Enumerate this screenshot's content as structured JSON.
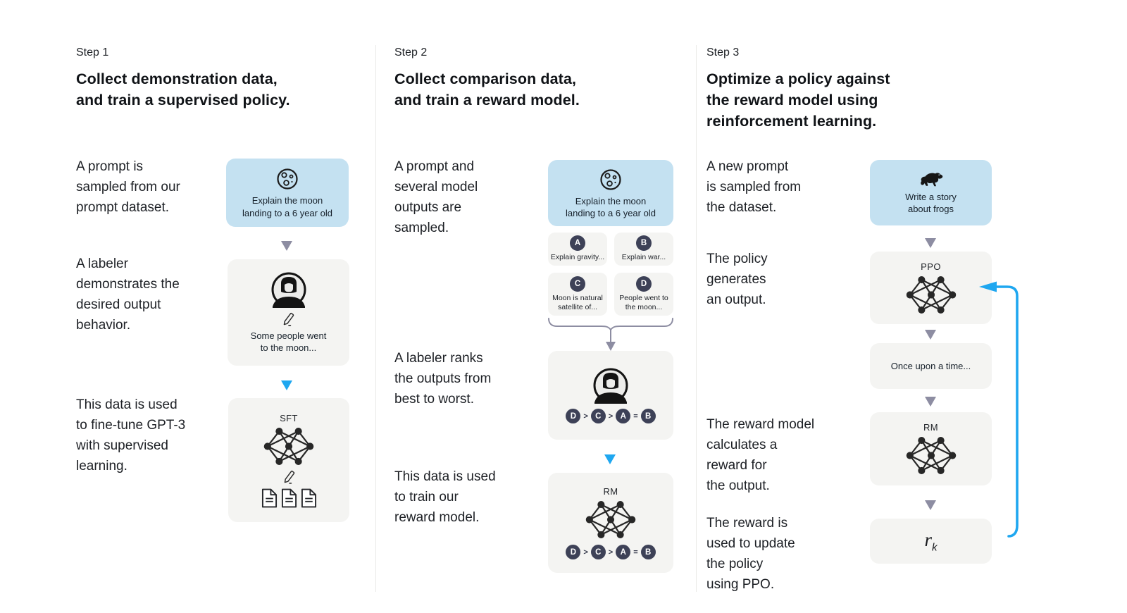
{
  "colors": {
    "accent_blue": "#1fa7f0",
    "prompt_box_blue": "#c4e1f1",
    "card_gray": "#f4f4f2",
    "chip_navy": "#3d4157",
    "arrow_gray": "#8d8da2"
  },
  "step1": {
    "step_label": "Step 1",
    "title": "Collect demonstration data,\nand train a supervised policy.",
    "caption_prompt": "A prompt is\nsampled from our\nprompt dataset.",
    "caption_labeler": "A labeler\ndemonstrates the\ndesired output\nbehavior.",
    "caption_data": "This data is used\nto fine-tune GPT-3\nwith supervised\nlearning.",
    "prompt_box_text": "Explain the moon\nlanding to a 6 year old",
    "labeler_output_text": "Some people went\nto the moon...",
    "model_label": "SFT"
  },
  "step2": {
    "step_label": "Step 2",
    "title": "Collect comparison data,\nand train a reward model.",
    "caption_prompt": "A prompt and\nseveral model\noutputs are\nsampled.",
    "caption_rank": "A labeler ranks\nthe outputs from\nbest to worst.",
    "caption_data": "This data is used\nto train our\nreward model.",
    "prompt_box_text": "Explain the moon\nlanding to a 6 year old",
    "outputs": [
      {
        "label": "A",
        "text": "Explain gravity..."
      },
      {
        "label": "B",
        "text": "Explain war..."
      },
      {
        "label": "C",
        "text": "Moon is natural\nsatellite of..."
      },
      {
        "label": "D",
        "text": "People went to\nthe moon..."
      }
    ],
    "ranking": {
      "r1": "D",
      "s1": ">",
      "r2": "C",
      "s2": ">",
      "r3": "A",
      "s3": "=",
      "r4": "B"
    },
    "model_label": "RM"
  },
  "step3": {
    "step_label": "Step 3",
    "title": "Optimize a policy against\nthe reward model using\nreinforcement learning.",
    "caption_prompt": "A new prompt\nis sampled from\nthe dataset.",
    "caption_policy": "The policy\ngenerates\nan output.",
    "caption_reward": "The reward model\ncalculates a\nreward for\nthe output.",
    "caption_update": "The reward is\nused to update\nthe policy\nusing PPO.",
    "prompt_box_text": "Write a story\nabout frogs",
    "policy_label": "PPO",
    "output_text": "Once upon a time...",
    "reward_model_label": "RM",
    "reward_symbol": "r",
    "reward_subscript": "k"
  },
  "icons": {
    "prompt_steps_1_2": "moon-icon",
    "prompt_step_3": "frog-icon",
    "labeler": "person-avatar-icon",
    "writing": "pencil-icon",
    "demonstrations": "document-icon",
    "model": "neural-network-icon",
    "flow_down": "arrow-down-icon",
    "feedback": "feedback-loop-arrow-icon"
  }
}
